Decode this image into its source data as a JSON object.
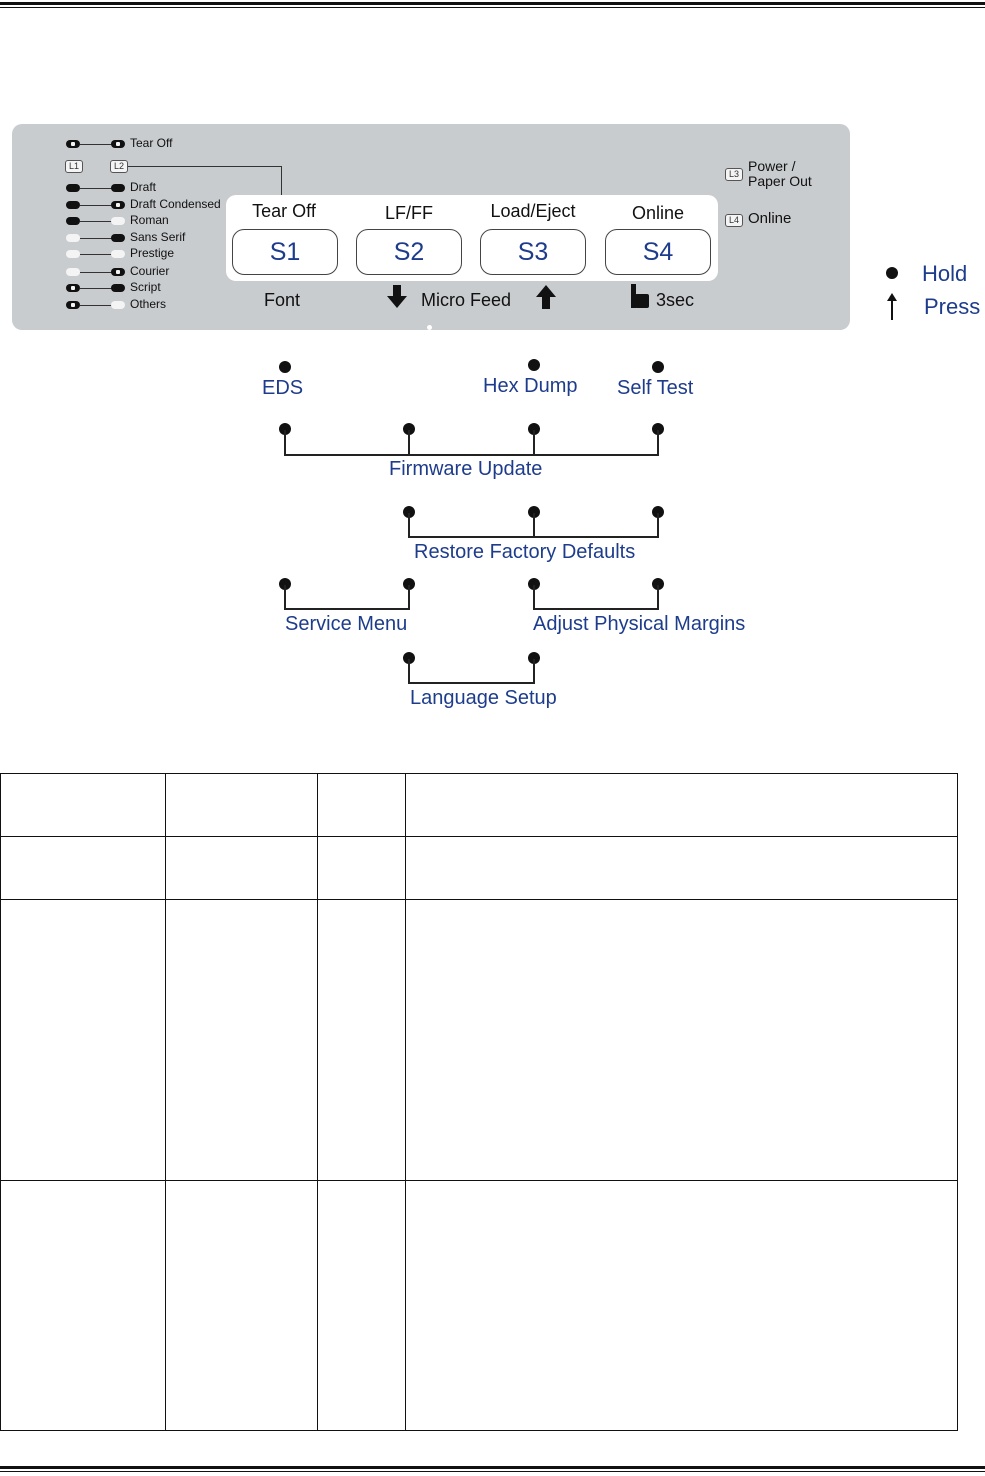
{
  "panel": {
    "leds_left": [
      {
        "label": "Tear Off",
        "l1": "blink",
        "l2": "blink"
      },
      {
        "label": "Draft",
        "l1": "on",
        "l2": "on"
      },
      {
        "label": "Draft Condensed",
        "l1": "on",
        "l2": "blink"
      },
      {
        "label": "Roman",
        "l1": "on",
        "l2": "off"
      },
      {
        "label": "Sans Serif",
        "l1": "off",
        "l2": "on"
      },
      {
        "label": "Prestige",
        "l1": "off",
        "l2": "off"
      },
      {
        "label": "Courier",
        "l1": "off",
        "l2": "blink"
      },
      {
        "label": "Script",
        "l1": "blink",
        "l2": "on"
      },
      {
        "label": "Others",
        "l1": "blink",
        "l2": "off"
      }
    ],
    "l1_tag": "L1",
    "l2_tag": "L2",
    "l3_tag": "L3",
    "l4_tag": "L4",
    "l3_label_line1": "Power  /",
    "l3_label_line2": "Paper Out",
    "l4_label": "Online",
    "buttons": [
      {
        "name": "Tear Off",
        "label": "S1"
      },
      {
        "name": "LF/FF",
        "label": "S2"
      },
      {
        "name": "Load/Eject",
        "label": "S3"
      },
      {
        "name": "Online",
        "label": "S4"
      }
    ],
    "font_label": "Font",
    "micro_feed_label": "Micro Feed",
    "hold_time_label": "3sec"
  },
  "legend": {
    "hold": "Hold",
    "press": "Press"
  },
  "combos": {
    "eds": "EDS",
    "hex_dump": "Hex Dump",
    "self_test": "Self Test",
    "firmware_update": "Firmware Update",
    "restore_factory_defaults": "Restore Factory Defaults",
    "service_menu": "Service Menu",
    "adjust_physical_margins": "Adjust Physical Margins",
    "language_setup": "Language Setup"
  },
  "colors": {
    "panel": "#c9cccf",
    "label_blue": "#1e3c8c"
  }
}
